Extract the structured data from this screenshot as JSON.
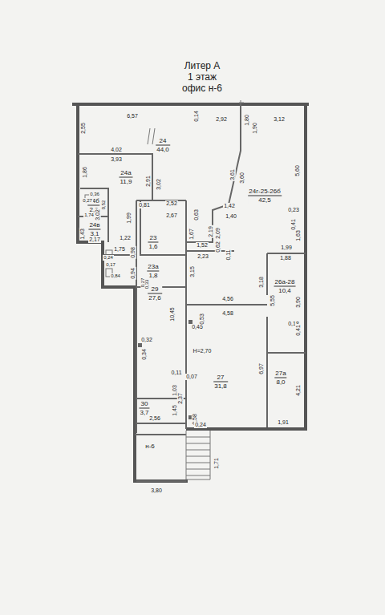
{
  "diagram": {
    "nodes": [
      {
        "text": [
          "24",
          "44,0"
        ]
      },
      {
        "text": [
          "24а",
          "11,9"
        ]
      },
      {
        "text": [
          "24б",
          "2,6"
        ]
      },
      {
        "text": [
          "24в",
          "3,1"
        ]
      },
      {
        "text": [
          "23",
          "1,6"
        ]
      },
      {
        "text": [
          "23а",
          "1,8"
        ]
      },
      {
        "text": [
          "29",
          "27,6"
        ]
      },
      {
        "text": [
          "30",
          "3,7"
        ]
      },
      {
        "text": [
          "н-6"
        ]
      },
      {
        "text": [
          "24г-25-26б",
          "42,5"
        ]
      },
      {
        "text": [
          "26а-28",
          "10,4"
        ]
      },
      {
        "text": [
          "27",
          "31,8"
        ]
      },
      {
        "text": [
          "27а",
          "8,0"
        ]
      }
    ],
    "labels": [
      "Литер А",
      "1 этаж",
      "офис н-6",
      "6,57",
      "0,14",
      "2,92",
      "1,80",
      "3,12",
      "1,90",
      "2,55",
      "4,02",
      "3,93",
      "1,86",
      "2,91",
      "3,02",
      "3,61",
      "3,60",
      "5,60",
      "0,81",
      "2,52",
      "2,67",
      "0,63",
      "1,67",
      "2,19",
      "2,09",
      "1,42",
      "1,40",
      "0,23",
      "0,41",
      "1,63",
      "1,99",
      "1,88",
      "0,36",
      "0,27",
      "0,52",
      "3,02",
      "1,74",
      "1,99",
      "1,43",
      "2,17",
      "1,22",
      "1,75",
      "0,98",
      "0,24",
      "0,17",
      "0,94",
      "0,84",
      "0,27",
      "0,33",
      "1,52",
      "2,23",
      "0,62",
      "0,11",
      "3,15",
      "3,18",
      "5,55",
      "3,90",
      "4,56",
      "4,58",
      "10,45",
      "0,45",
      "0,53",
      "0,18",
      "0,41",
      "H=2,70",
      "0,32",
      "0,34",
      "6,97",
      "4,21",
      "0,11",
      "0,07",
      "1,03",
      "2,37",
      "1,45",
      "2,56",
      "0,58",
      "0,24",
      "1,91",
      "1,71",
      "3,80"
    ]
  }
}
